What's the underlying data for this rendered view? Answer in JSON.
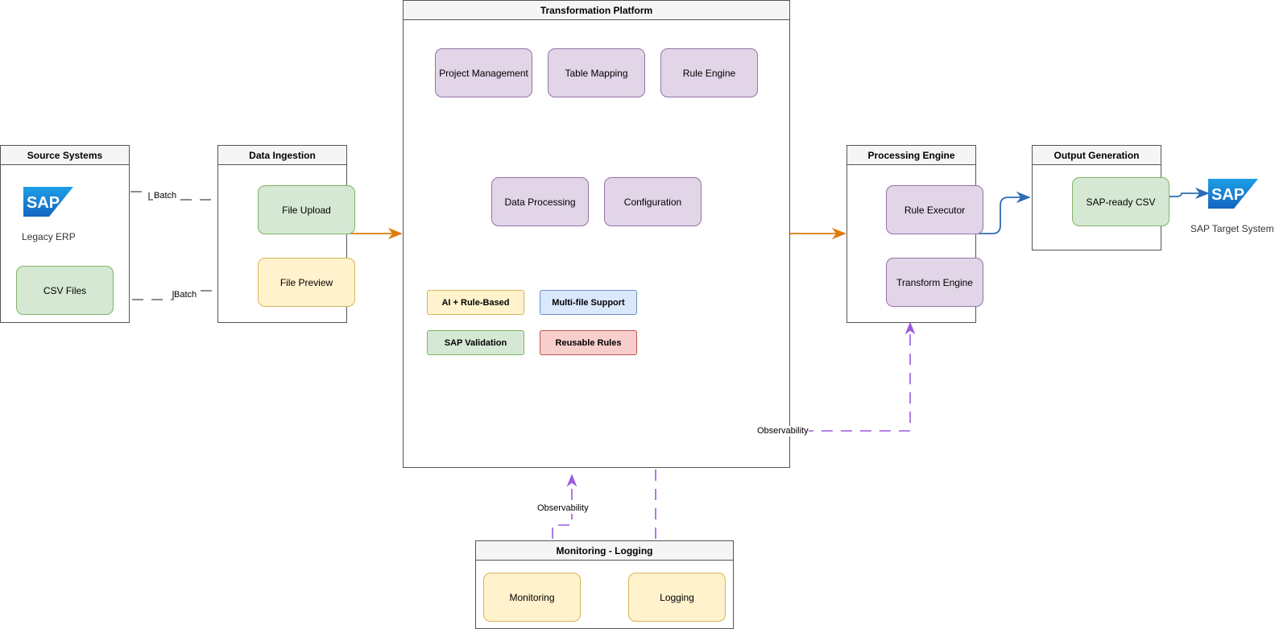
{
  "groups": {
    "source_systems": "Source Systems",
    "data_ingestion": "Data Ingestion",
    "transformation_platform": "Transformation Platform",
    "processing_engine": "Processing Engine",
    "output_generation": "Output Generation",
    "monitoring_logging": "Monitoring - Logging"
  },
  "source": {
    "legacy_erp": "Legacy ERP",
    "csv_files": "CSV Files",
    "sap_logo_text": "SAP"
  },
  "ingestion": {
    "file_upload": "File Upload",
    "file_preview": "File Preview"
  },
  "platform": {
    "modules": [
      "Project Management",
      "Table Mapping",
      "Rule Engine",
      "Data Processing",
      "Configuration"
    ],
    "features": [
      "AI + Rule-Based",
      "Multi-file Support",
      "SAP Validation",
      "Reusable Rules"
    ]
  },
  "processing": {
    "rule_executor": "Rule Executor",
    "transform_engine": "Transform Engine"
  },
  "output": {
    "sap_ready_csv": "SAP-ready CSV",
    "target_system": "SAP Target System",
    "sap_logo_text": "SAP"
  },
  "monitoring": {
    "monitoring": "Monitoring",
    "logging": "Logging"
  },
  "edge_labels": {
    "batch_1": "Batch",
    "batch_2": "Batch",
    "observability_1": "Observability",
    "observability_2": "Observability"
  },
  "colors": {
    "flow_orange": "#e07b0a",
    "flow_blue": "#2e6db4",
    "observability_purple": "#9b59e0",
    "batch_gray": "#666666"
  }
}
